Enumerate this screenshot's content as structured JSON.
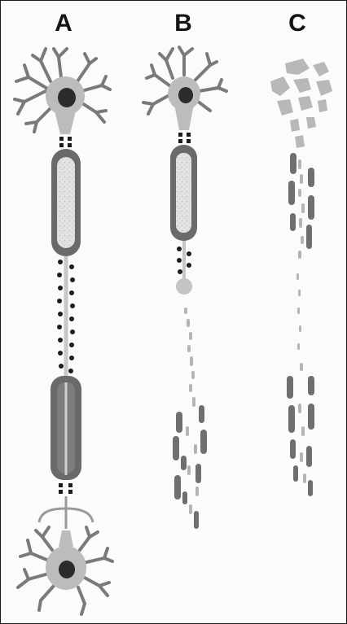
{
  "figure": {
    "panels": [
      {
        "label": "A"
      },
      {
        "label": "B"
      },
      {
        "label": "C"
      }
    ]
  },
  "colors": {
    "background": "#fbfbfb",
    "border": "#1a1a1a",
    "cell_body": "#bcbcbc",
    "nucleus": "#2b2b2b",
    "myelin_dark": "#6a6a6a",
    "axon_light": "#dcdcdc",
    "node_dots": "#1c1c1c",
    "debris_dark": "#6f6f6f",
    "debris_light": "#b5b5b5"
  }
}
